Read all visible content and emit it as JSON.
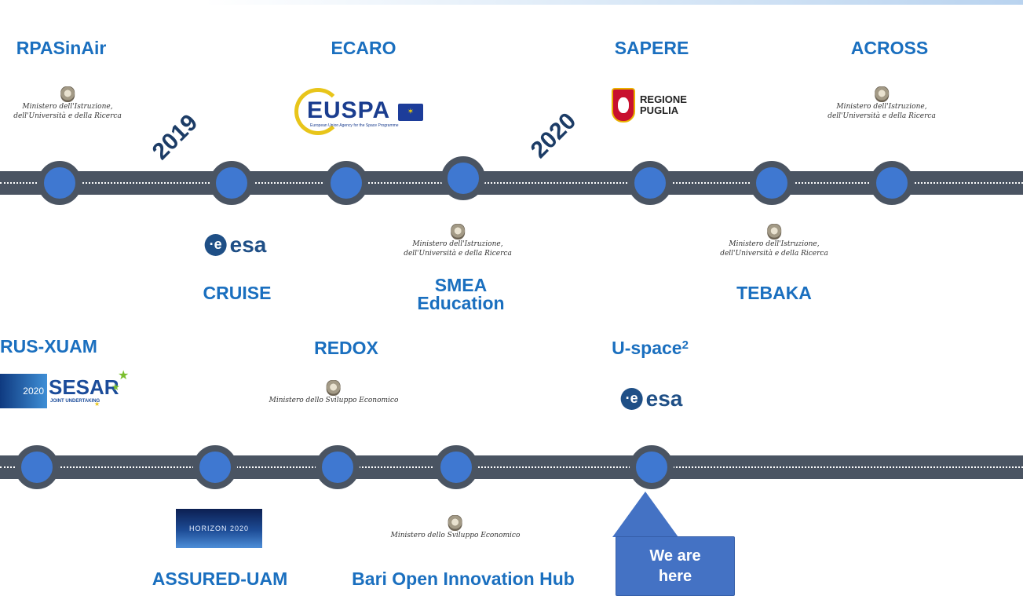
{
  "timeline_top": {
    "projects_above": [
      {
        "name": "RPASinAir",
        "logo": "ministero-istruzione-universita-ricerca"
      },
      {
        "name": "ECARO",
        "logo": "euspa"
      },
      {
        "name": "SAPERE",
        "logo": "regione-puglia"
      },
      {
        "name": "ACROSS",
        "logo": "ministero-istruzione-universita-ricerca"
      }
    ],
    "projects_below": [
      {
        "name": "CRUISE",
        "logo": "esa"
      },
      {
        "name": "SMEA Education",
        "line1": "SMEA",
        "line2": "Education",
        "logo": "ministero-istruzione-universita-ricerca"
      },
      {
        "name": "TEBAKA",
        "logo": "ministero-istruzione-universita-ricerca"
      }
    ],
    "years": [
      "2019",
      "2020"
    ]
  },
  "timeline_bottom": {
    "projects_above": [
      {
        "name": "RUS-XUAM",
        "logo": "sesar"
      },
      {
        "name": "REDOX",
        "logo": "ministero-sviluppo-economico"
      },
      {
        "name": "U-space",
        "superscript": "2",
        "logo": "esa"
      }
    ],
    "projects_below": [
      {
        "name": "ASSURED-UAM",
        "logo": "horizon-2020"
      },
      {
        "name": "Bari Open Innovation Hub",
        "logo": "ministero-sviluppo-economico"
      }
    ]
  },
  "logos": {
    "ministero_iur_line1": "Ministero dell'Istruzione,",
    "ministero_iur_line2": "dell'Università e della Ricerca",
    "ministero_mise": "Ministero dello Sviluppo Economico",
    "esa_word": "esa",
    "euspa_word": "EUSPA",
    "euspa_sub": "European Union Agency for the Space Programme",
    "puglia_line1": "REGIONE",
    "puglia_line2": "PUGLIA",
    "sesar_word": "SESAR",
    "sesar_sub": "JOINT UNDERTAKING",
    "sesar_band": "2020",
    "horizon": "HORIZON 2020"
  },
  "marker": {
    "line1": "We are",
    "line2": "here"
  },
  "colors": {
    "road": "#4a5462",
    "node": "#3f78d1",
    "label": "#1a6fbf",
    "year": "#1c3c66",
    "marker": "#4472c4"
  }
}
